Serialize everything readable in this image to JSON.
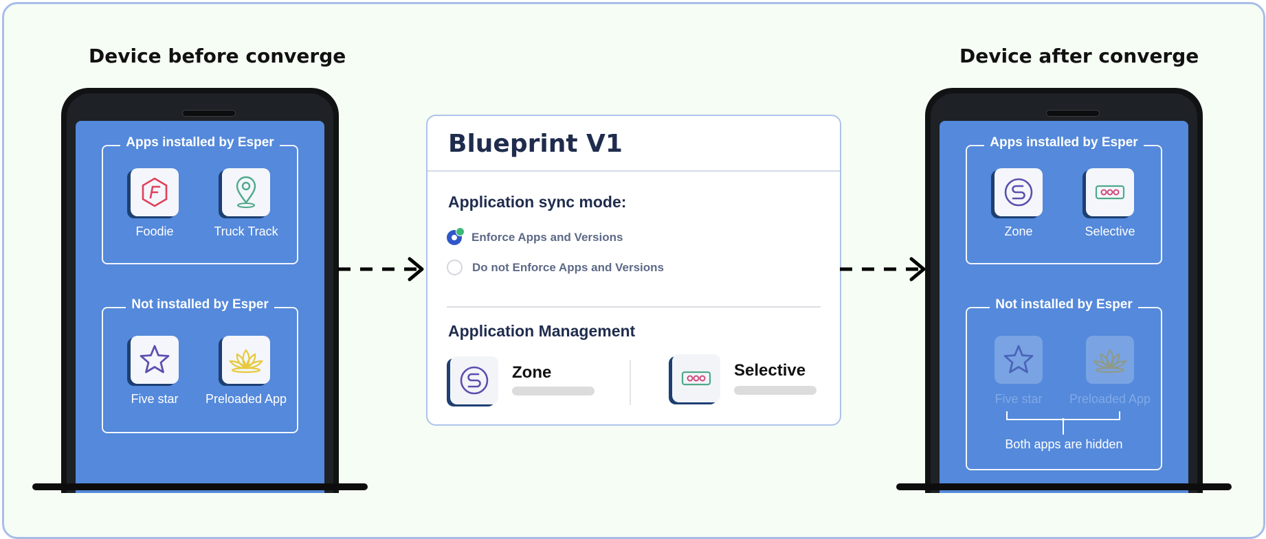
{
  "left_device": {
    "title": "Device before converge",
    "installed_group": {
      "label": "Apps installed by Esper",
      "apps": [
        {
          "name": "Foodie",
          "icon": "foodie-hexagon-icon"
        },
        {
          "name": "Truck Track",
          "icon": "map-pin-icon"
        }
      ]
    },
    "not_installed_group": {
      "label": "Not installed by Esper",
      "apps": [
        {
          "name": "Five star",
          "icon": "star-icon"
        },
        {
          "name": "Preloaded App",
          "icon": "lotus-icon"
        }
      ]
    }
  },
  "blueprint": {
    "title": "Blueprint V1",
    "sync_mode_heading": "Application sync mode:",
    "options": [
      {
        "label": "Enforce Apps and Versions",
        "selected": true
      },
      {
        "label": "Do not Enforce Apps and Versions",
        "selected": false
      }
    ],
    "management_heading": "Application Management",
    "apps": [
      {
        "name": "Zone",
        "icon": "zone-s-icon"
      },
      {
        "name": "Selective",
        "icon": "selective-dots-icon"
      }
    ]
  },
  "right_device": {
    "title": "Device after converge",
    "installed_group": {
      "label": "Apps installed by Esper",
      "apps": [
        {
          "name": "Zone",
          "icon": "zone-s-icon"
        },
        {
          "name": "Selective",
          "icon": "selective-dots-icon"
        }
      ]
    },
    "not_installed_group": {
      "label": "Not installed by Esper",
      "apps": [
        {
          "name": "Five star",
          "icon": "star-icon",
          "hidden": true
        },
        {
          "name": "Preloaded App",
          "icon": "lotus-icon",
          "hidden": true
        }
      ],
      "note": "Both apps are hidden"
    }
  },
  "colors": {
    "screen": "#5489db",
    "frame_border": "#a7bde8",
    "background": "#f6fdf4",
    "title_text": "#1f2c4d",
    "radio_selected": "#2f57c7",
    "check_badge": "#3cb878"
  }
}
